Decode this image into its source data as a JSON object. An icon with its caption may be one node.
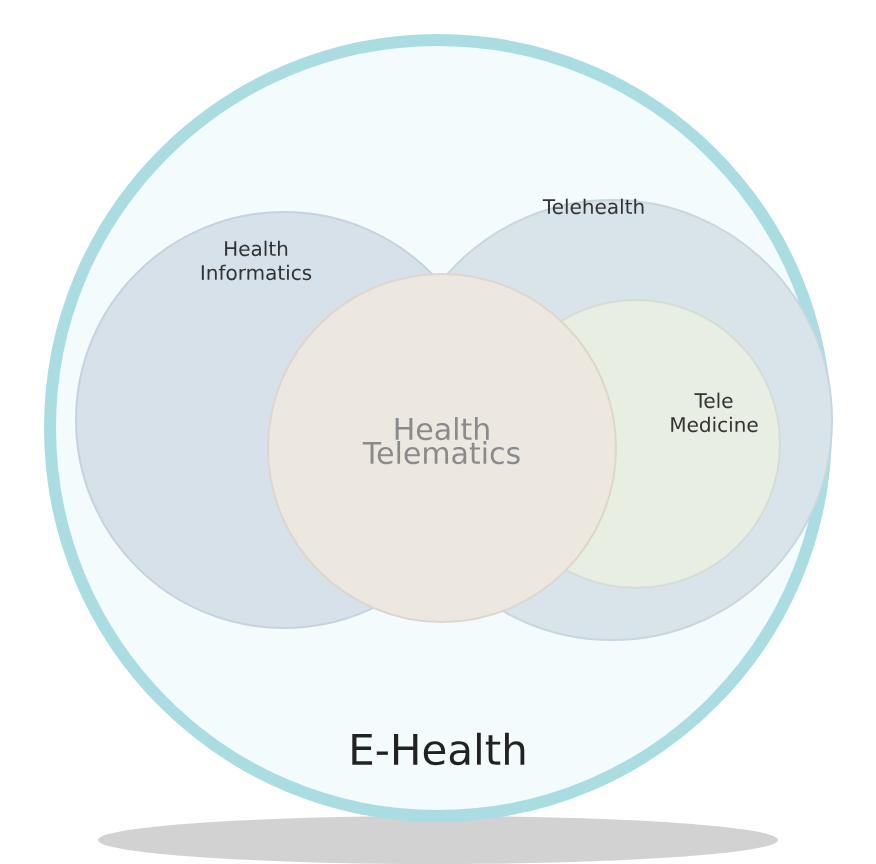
{
  "diagram": {
    "nodes": [
      {
        "text": [
          "E-Health"
        ]
      },
      {
        "text": [
          "Health Informatics"
        ],
        "in": 0
      },
      {
        "text": [
          "Telehealth"
        ],
        "in": 0
      },
      {
        "text": [
          "Tele Medicine"
        ],
        "in": 2
      },
      {
        "text": [
          "Health Telematics"
        ],
        "in": 0
      }
    ]
  }
}
